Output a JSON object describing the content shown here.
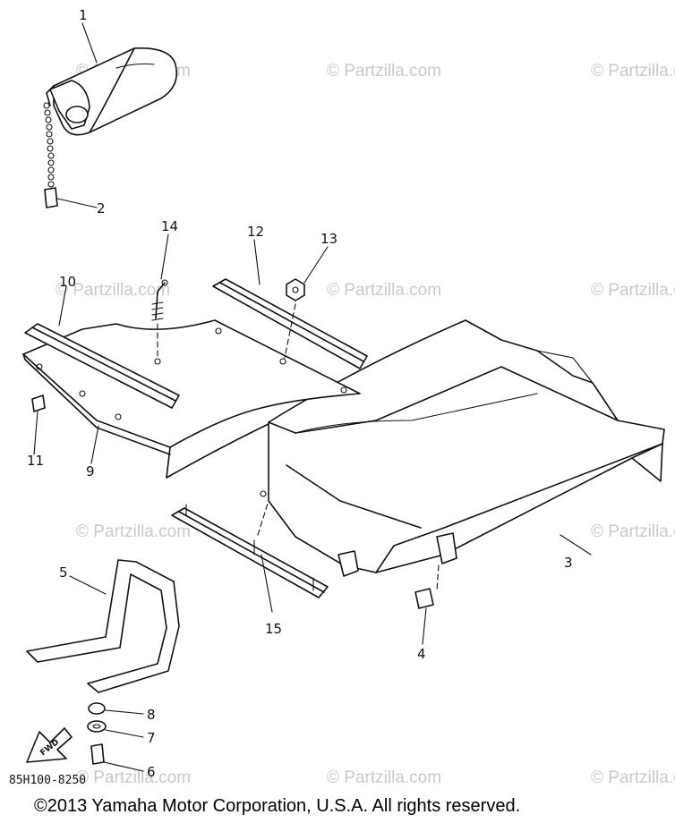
{
  "watermark_text": "© Partzilla.com",
  "diagram_code": "85H100-8250",
  "copyright": "©2013  Yamaha Motor Corporation, U.S.A. All rights reserved.",
  "fwd_label": "FWD",
  "callouts": {
    "c1": "1",
    "c2": "2",
    "c3": "3",
    "c4": "4",
    "c5": "5",
    "c6": "6",
    "c7": "7",
    "c8": "8",
    "c9": "9",
    "c10": "10",
    "c11": "11",
    "c12": "12",
    "c13": "13",
    "c14": "14",
    "c15": "15"
  }
}
